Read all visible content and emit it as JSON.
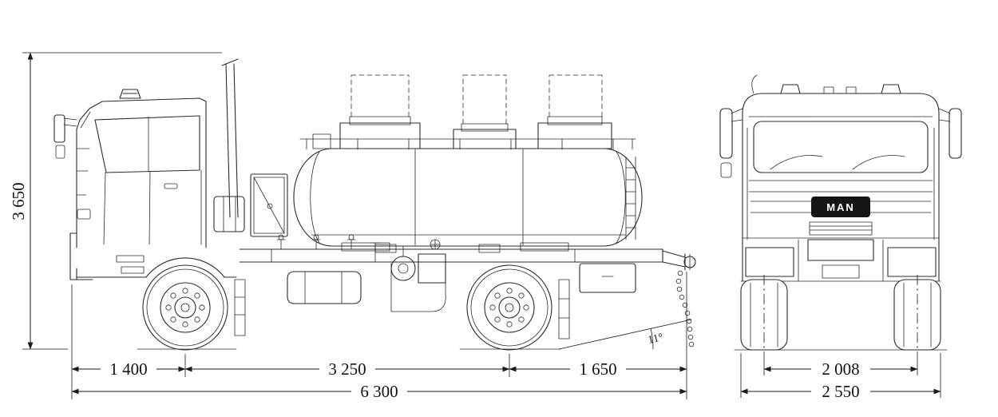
{
  "drawing": {
    "brand_badge": "MAN",
    "side_view": {
      "height_mm": "3 650",
      "front_overhang_mm": "1 400",
      "wheelbase_mm": "3 250",
      "rear_overhang_mm": "1 650",
      "overall_length_mm": "6 300",
      "departure_angle": "11°"
    },
    "front_view": {
      "track_width_mm": "2 008",
      "overall_width_mm": "2 550"
    }
  }
}
